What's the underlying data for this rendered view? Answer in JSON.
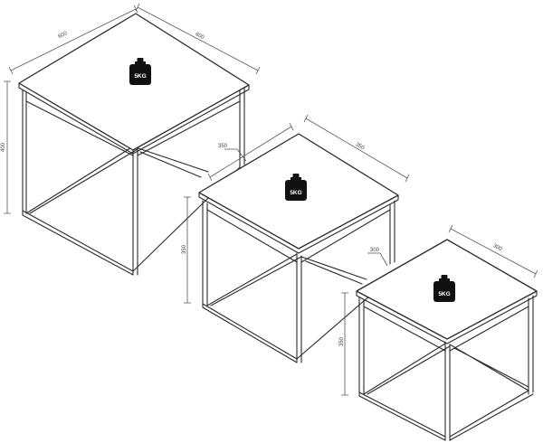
{
  "tables": [
    {
      "name": "large",
      "dimensions": {
        "width_left": "600",
        "width_right": "600",
        "height": "400"
      },
      "weight_label": "5KG"
    },
    {
      "name": "medium",
      "dimensions": {
        "width_left": "350",
        "width_right": "350",
        "height": "350"
      },
      "weight_label": "5KG"
    },
    {
      "name": "small",
      "dimensions": {
        "width_left": "300",
        "width_right": "300",
        "height": "350"
      },
      "weight_label": "5KG"
    }
  ],
  "colors": {
    "line": "#2a2a2a",
    "weight_icon": "#111111",
    "background": "#ffffff"
  }
}
